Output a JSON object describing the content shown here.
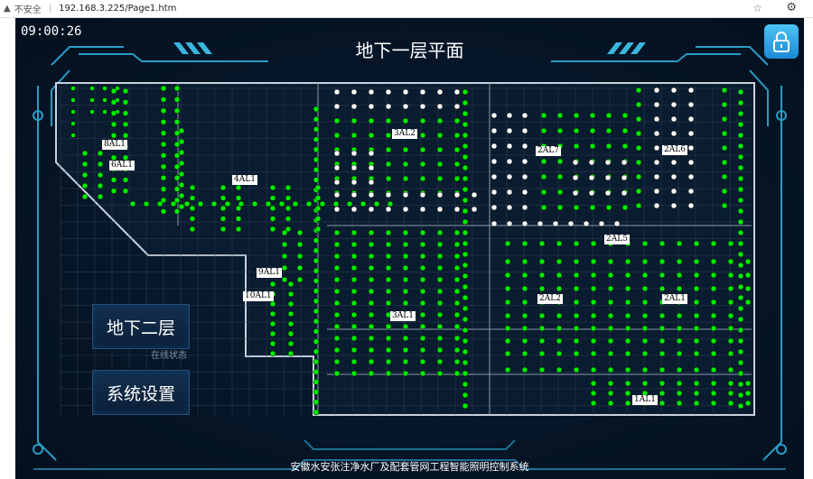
{
  "browser": {
    "security_label": "不安全",
    "url": "192.168.3.225/Page1.htm"
  },
  "header": {
    "clock": "09:00:26",
    "title": "地下一层平面"
  },
  "nav": {
    "floor_b2": "地下二层",
    "settings": "系统设置",
    "online_status": "在线状态"
  },
  "circuits": [
    "8AL1",
    "6AL1",
    "4AL1",
    "3AL2",
    "2AL7",
    "2AL6",
    "2AL5",
    "9AL1",
    "10AL1",
    "3AL1",
    "2AL2",
    "2AL1",
    "1AL1"
  ],
  "colors": {
    "light_on": "#00ee00",
    "light_off": "#ffffff",
    "background": "#061527",
    "accent": "#2fa9d0"
  },
  "footer": {
    "system_name": "安徽水安张注净水厂及配套管网工程智能照明控制系统"
  }
}
